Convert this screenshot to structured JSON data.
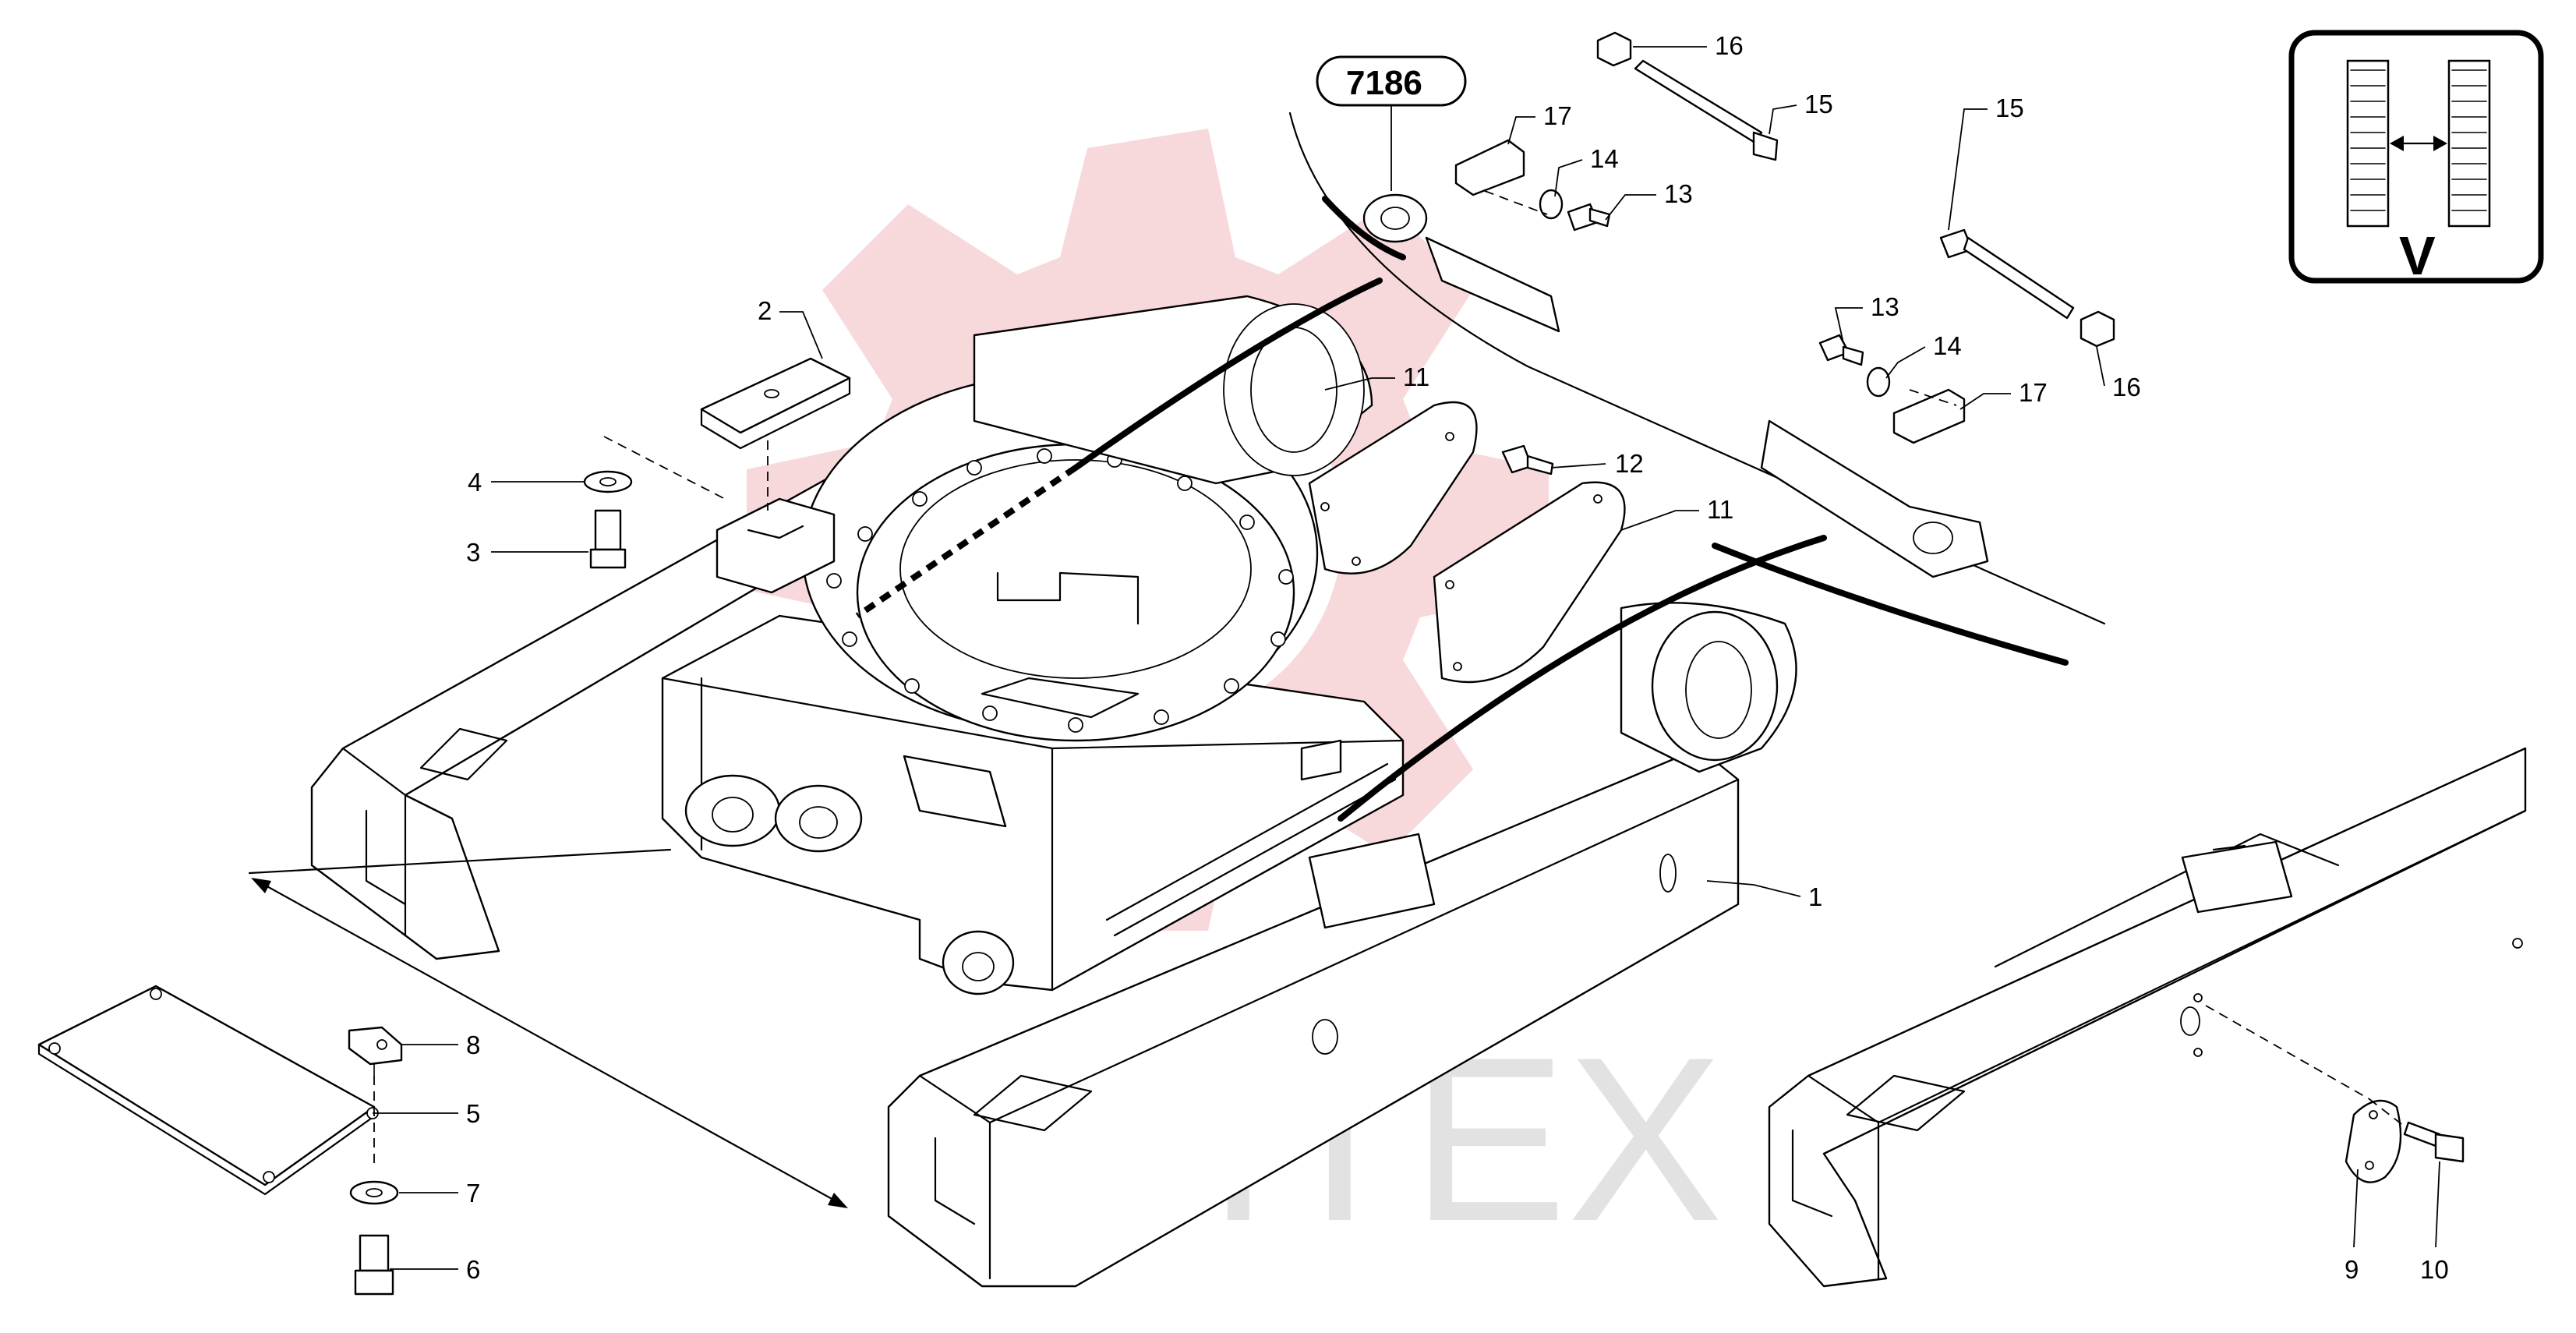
{
  "reference_code": "7186",
  "view_label": "V",
  "watermark": {
    "text": "ИНТЕХ",
    "gear_color": "#f3b9bd",
    "text_color": "#d9d9d9"
  },
  "callouts": [
    "1",
    "2",
    "3",
    "4",
    "5",
    "6",
    "7",
    "8",
    "9",
    "10",
    "11",
    "11",
    "12",
    "13",
    "13",
    "14",
    "14",
    "15",
    "15",
    "16",
    "16",
    "17",
    "17"
  ],
  "colors": {
    "line": "#000000",
    "background": "#ffffff"
  }
}
